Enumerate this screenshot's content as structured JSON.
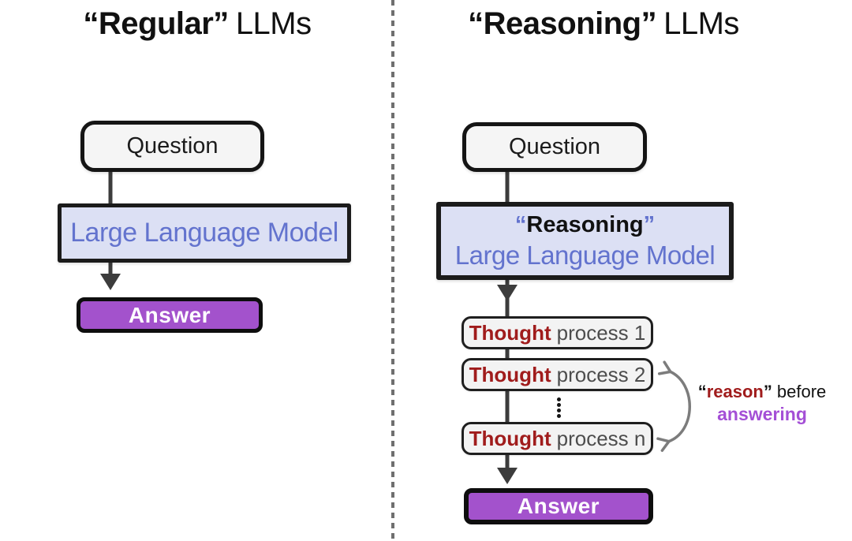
{
  "colors": {
    "ink": "#1a1a1a",
    "boxbg": "#f5f5f5",
    "lavender": "#dce0f4",
    "blue": "#6373ce",
    "purple": "#a352cc",
    "purplebright": "#a44fd6",
    "darkred": "#a01c1c",
    "graytext": "#4d4d4d",
    "line": "#3c3c3c",
    "curvegray": "#7c7c7c",
    "divider": "#6f6f6f"
  },
  "left": {
    "title": {
      "quoted": "“Regular”",
      "rest": "LLMs"
    },
    "question": "Question",
    "model": "Large Language Model",
    "answer": "Answer"
  },
  "right": {
    "title": {
      "quoted": "“Reasoning”",
      "rest": "LLMs"
    },
    "question": "Question",
    "model_line1": {
      "open_quote": "“",
      "word": "Reasoning",
      "close_quote": "”"
    },
    "model_line2": "Large Language Model",
    "thoughts": [
      {
        "bold": "Thought",
        "rest": "process 1"
      },
      {
        "bold": "Thought",
        "rest": "process 2"
      },
      {
        "bold": "Thought",
        "rest": "process n"
      }
    ],
    "answer": "Answer",
    "annotation": {
      "open_quote": "“",
      "highlight": "reason",
      "close_quote": "”",
      "after": "before",
      "line2": "answering"
    }
  }
}
